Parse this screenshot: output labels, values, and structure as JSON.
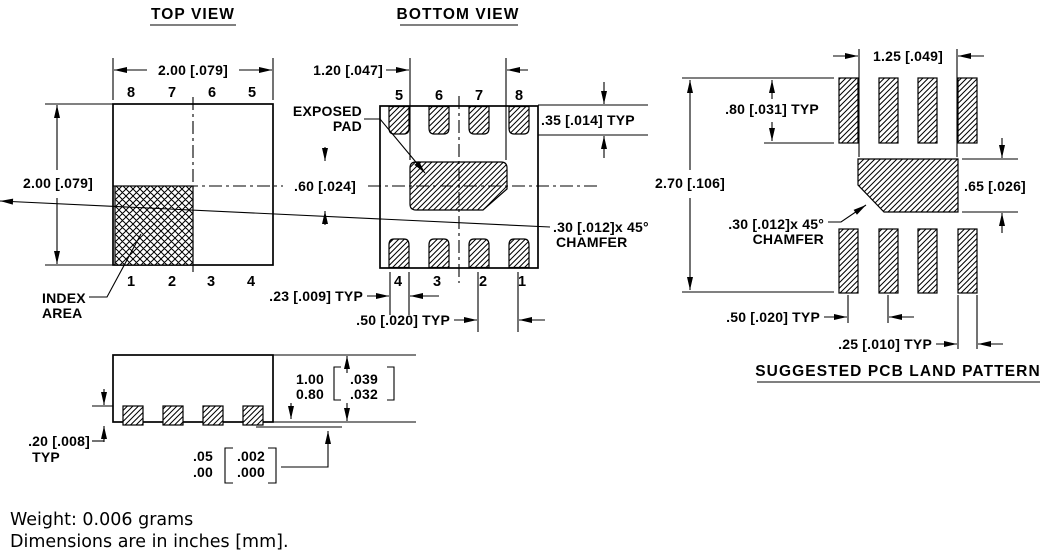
{
  "top_view": {
    "title": "TOP VIEW",
    "width_dim": "2.00 [.079]",
    "height_dim": "2.00 [.079]",
    "pins_top": [
      "8",
      "7",
      "6",
      "5"
    ],
    "pins_bottom": [
      "1",
      "2",
      "3",
      "4"
    ],
    "index_area_label": [
      "INDEX",
      "AREA"
    ]
  },
  "bottom_view": {
    "title": "BOTTOM VIEW",
    "exposed_pad_width_dim": "1.20 [.047]",
    "exposed_pad_height_dim": ".60 [.024]",
    "terminal_length_dim": ".35 [.014] TYP",
    "exposed_pad_label": [
      "EXPOSED",
      "PAD"
    ],
    "chamfer_note": [
      ".30 [.012]x 45°",
      "CHAMFER"
    ],
    "pins_top": [
      "5",
      "6",
      "7",
      "8"
    ],
    "pins_bottom": [
      "4",
      "3",
      "2",
      "1"
    ],
    "terminal_width_dim": ".23 [.009] TYP",
    "pitch_dim": ".50 [.020] TYP"
  },
  "side_view": {
    "terminal_thickness_dim": ".20 [.008]",
    "terminal_thickness_typ": "TYP",
    "height_dim_inches": [
      "1.00",
      "0.80"
    ],
    "height_dim_mm": [
      ".039",
      ".032"
    ],
    "standoff_dim_inches": [
      ".05",
      ".00"
    ],
    "standoff_dim_mm": [
      ".002",
      ".000"
    ]
  },
  "land_pattern": {
    "title": "SUGGESTED PCB LAND PATTERN",
    "center_pad_width_dim": "1.25 [.049]",
    "pad_length_dim": ".80 [.031] TYP",
    "overall_height_dim": "2.70 [.106]",
    "center_pad_height_dim": ".65 [.026]",
    "chamfer_note": [
      ".30 [.012]x 45°",
      "CHAMFER"
    ],
    "pitch_dim": ".50 [.020] TYP",
    "pad_width_dim": ".25 [.010] TYP"
  },
  "footer": {
    "weight": "Weight: 0.006 grams",
    "units_note": "Dimensions are in inches [mm]."
  },
  "colors": {
    "line": "#000000",
    "background": "#ffffff"
  }
}
